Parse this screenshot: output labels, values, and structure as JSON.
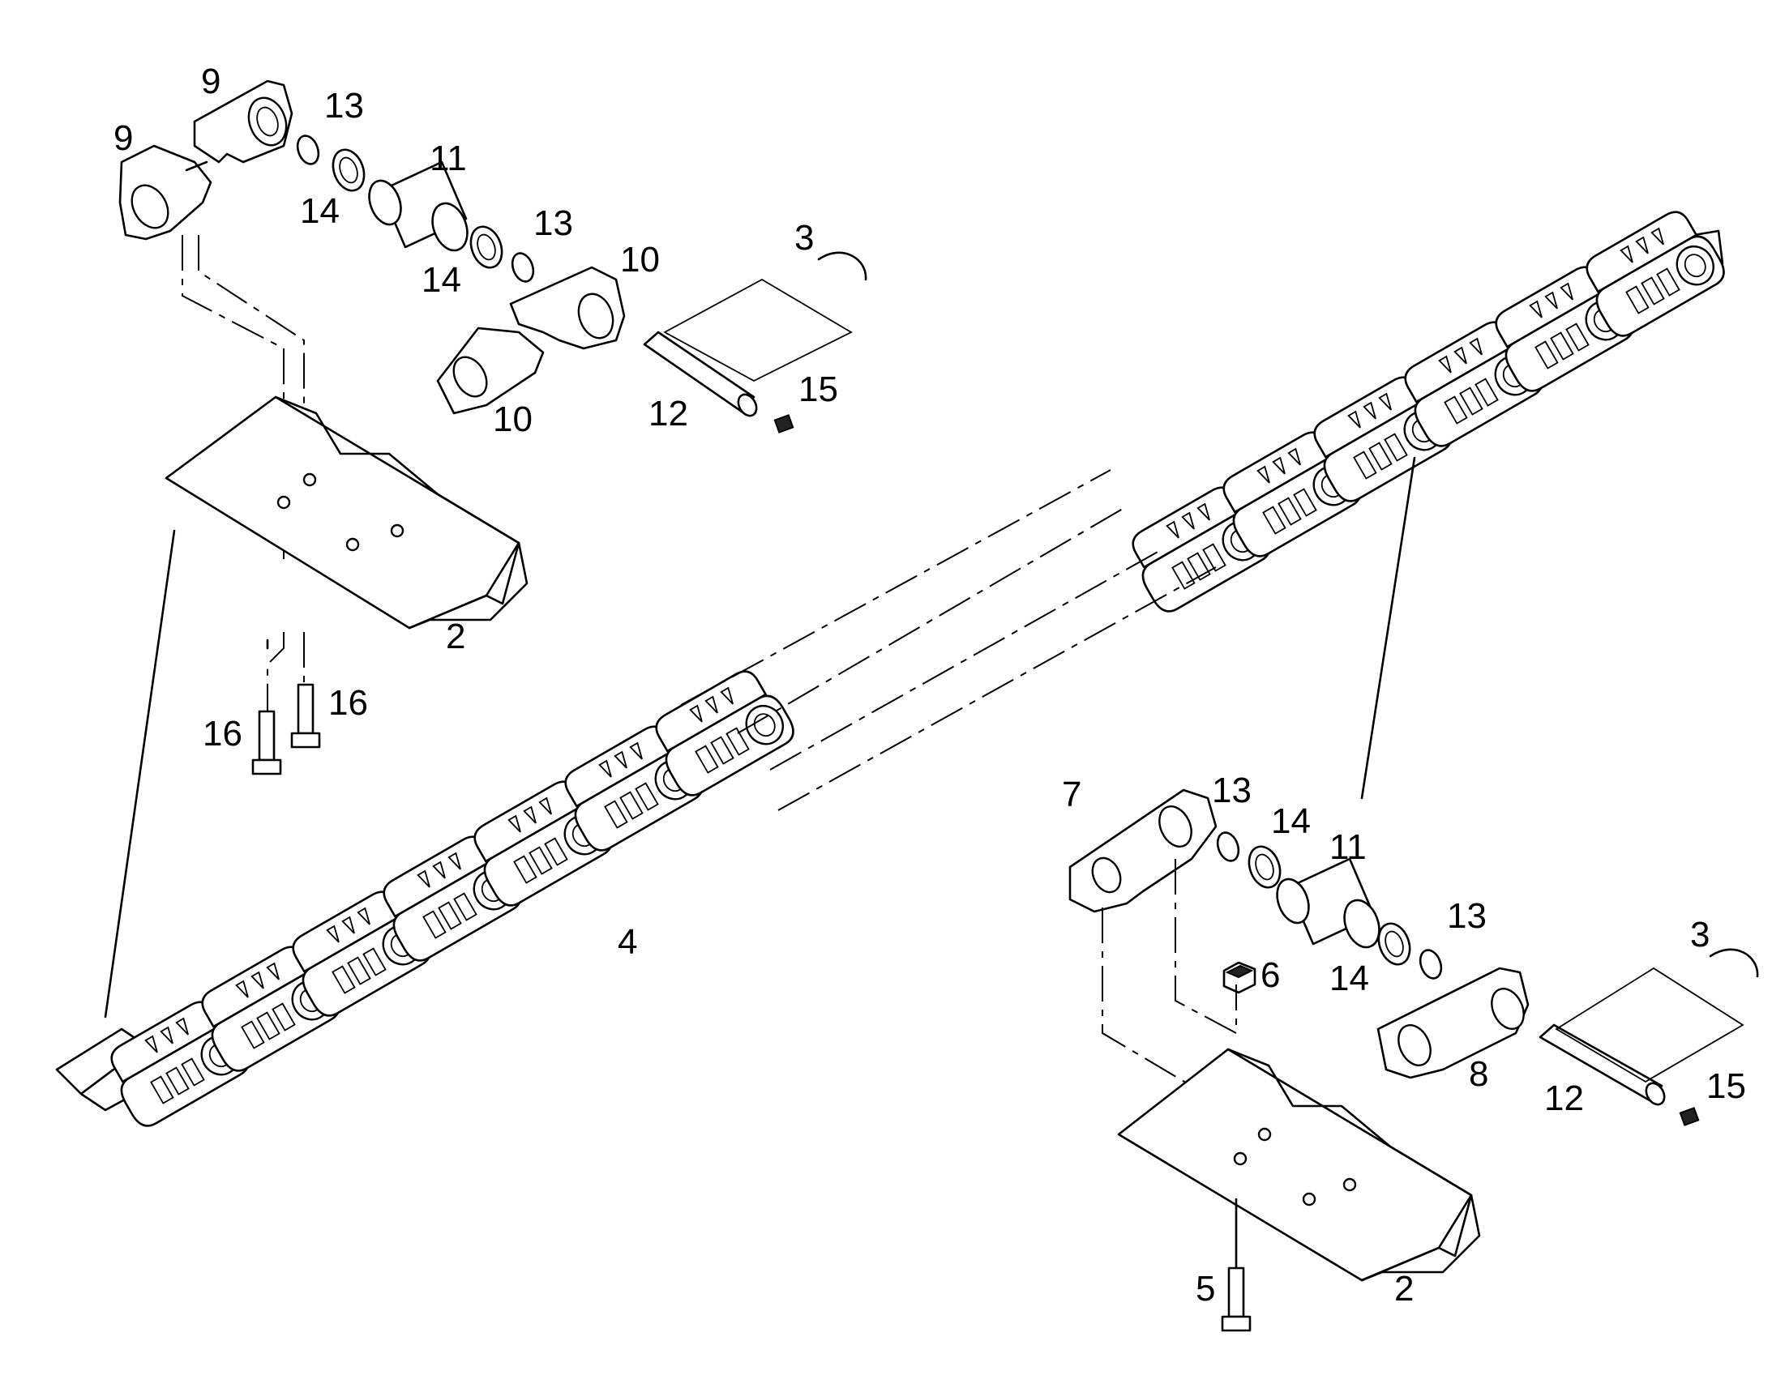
{
  "diagram": {
    "callouts": [
      {
        "id": "c9a",
        "text": "9"
      },
      {
        "id": "c9b",
        "text": "9"
      },
      {
        "id": "c13a",
        "text": "13"
      },
      {
        "id": "c11a",
        "text": "11"
      },
      {
        "id": "c14a",
        "text": "14"
      },
      {
        "id": "c13b",
        "text": "13"
      },
      {
        "id": "c14b",
        "text": "14"
      },
      {
        "id": "c10a",
        "text": "10"
      },
      {
        "id": "c3a",
        "text": "3"
      },
      {
        "id": "c10b",
        "text": "10"
      },
      {
        "id": "c15a",
        "text": "15"
      },
      {
        "id": "c12a",
        "text": "12"
      },
      {
        "id": "c2a",
        "text": "2"
      },
      {
        "id": "c16a",
        "text": "16"
      },
      {
        "id": "c16b",
        "text": "16"
      },
      {
        "id": "c4",
        "text": "4"
      },
      {
        "id": "c7",
        "text": "7"
      },
      {
        "id": "c13c",
        "text": "13"
      },
      {
        "id": "c14c",
        "text": "14"
      },
      {
        "id": "c11b",
        "text": "11"
      },
      {
        "id": "c13d",
        "text": "13"
      },
      {
        "id": "c3b",
        "text": "3"
      },
      {
        "id": "c6",
        "text": "6"
      },
      {
        "id": "c14d",
        "text": "14"
      },
      {
        "id": "c8",
        "text": "8"
      },
      {
        "id": "c15b",
        "text": "15"
      },
      {
        "id": "c12b",
        "text": "12"
      },
      {
        "id": "c5",
        "text": "5"
      },
      {
        "id": "c2b",
        "text": "2"
      }
    ]
  }
}
